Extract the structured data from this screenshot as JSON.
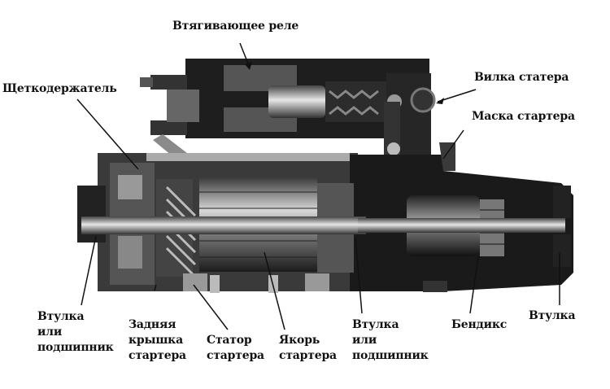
{
  "diagram": {
    "subject": "starter motor cutaway",
    "labels": {
      "solenoid": "Втягивающее реле",
      "brush_holder": "Щеткодержатель",
      "starter_fork": "Вилка статера",
      "starter_mask": "Маска стартера",
      "rear_bushing": [
        "Втулка",
        "или",
        "подшипник"
      ],
      "rear_cover": [
        "Задняя",
        "крышка",
        "стартера"
      ],
      "stator": [
        "Статор",
        "стартера"
      ],
      "armature": [
        "Якорь",
        "стартера"
      ],
      "front_bushing": [
        "Втулка",
        "или",
        "подшипник"
      ],
      "bendix": "Бендикс",
      "nose_bushing": "Втулка"
    }
  }
}
